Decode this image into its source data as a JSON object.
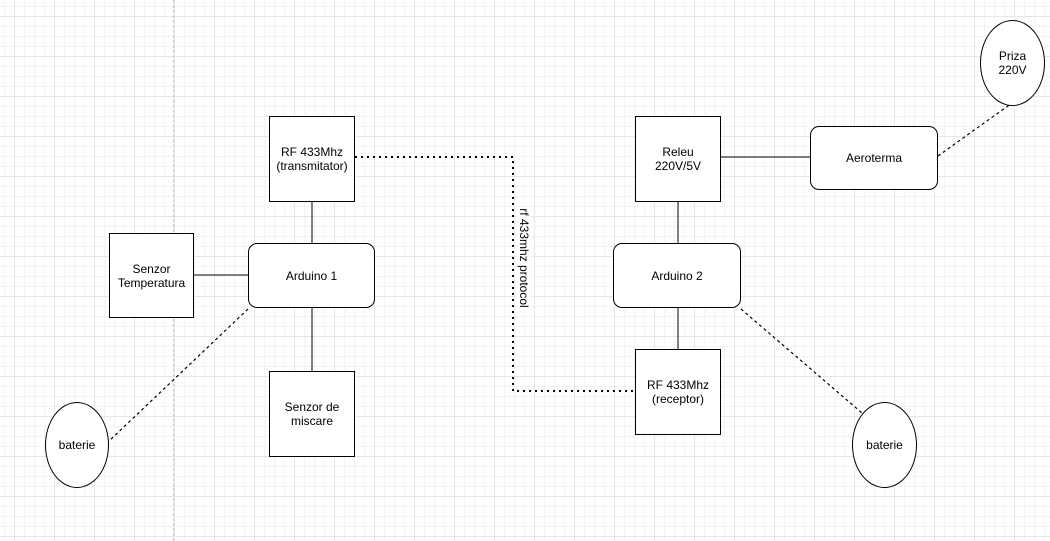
{
  "diagram": {
    "nodes": {
      "rf_tx": "RF 433Mhz\n(transmitator)",
      "arduino1": "Arduino 1",
      "senzor_temp": "Senzor\nTemperatura",
      "senzor_miscare": "Senzor de\nmiscare",
      "baterie_left": "baterie",
      "releu": "Releu\n220V/5V",
      "aeroterma": "Aeroterma",
      "priza": "Priza\n220V",
      "arduino2": "Arduino 2",
      "rf_rx": "RF 433Mhz\n(receptor)",
      "baterie_right": "baterie"
    },
    "edge_label": "rf 433mhz protocol"
  }
}
